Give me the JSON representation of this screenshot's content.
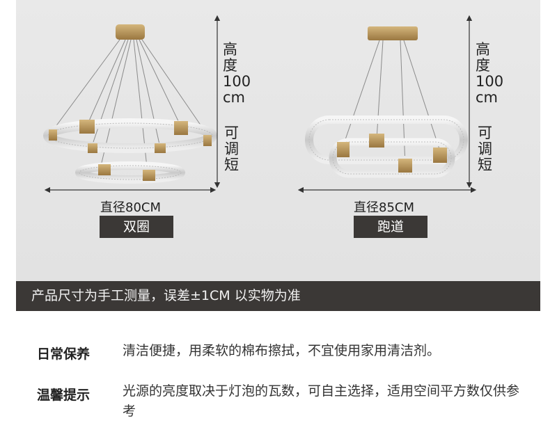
{
  "products": [
    {
      "height_label": "高\n度\n100\ncm",
      "adjust_label": "可\n调\n短",
      "diameter": "直径80CM",
      "name": "双圈"
    },
    {
      "height_label": "高\n度\n100\ncm",
      "adjust_label": "可\n调\n短",
      "diameter": "直径85CM",
      "name": "跑道"
    }
  ],
  "banner": "产品尺寸为手工测量，误差±1CM 以实物为准",
  "care": {
    "label": "日常保养",
    "text": "清洁便捷，用柔软的棉布擦拭，不宜使用家用清洁剂。"
  },
  "tips": {
    "label": "温馨提示",
    "text": "光源的亮度取决于灯泡的瓦数，可自主选择，适用空间平方数仅供参考"
  },
  "colors": {
    "brass": "#b8955c",
    "dark": "#3b3836",
    "panel": "#e6e6e6"
  }
}
